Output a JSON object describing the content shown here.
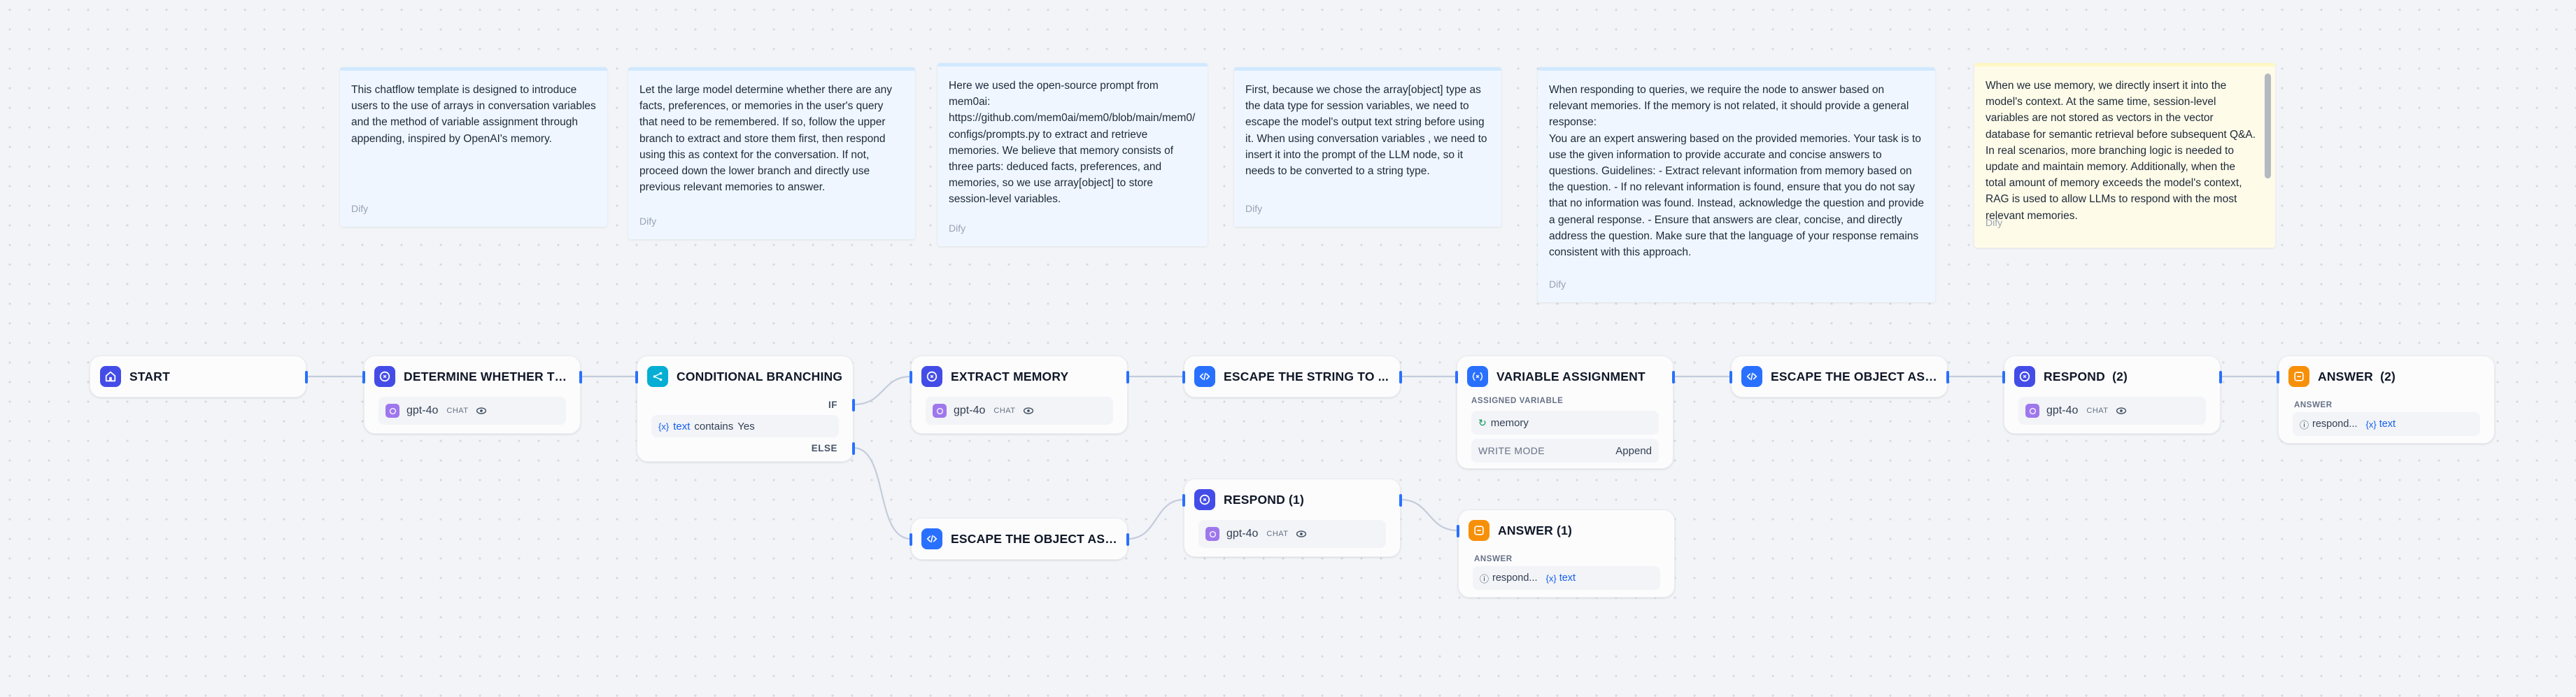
{
  "notes": [
    {
      "text": "This chatflow template is designed to introduce users to the use of arrays in conversation variables and the method of variable assignment through appending, inspired by OpenAI's memory.",
      "author": "Dify"
    },
    {
      "text": "Let the large model determine whether there are any facts, preferences, or memories in the user's query that need to be remembered. If so, follow the upper branch to extract and store them first, then respond using this as context for the conversation. If not, proceed down the lower branch and directly use previous relevant memories to answer.",
      "author": "Dify"
    },
    {
      "text": "Here we used the open-source prompt from mem0ai:\nhttps://github.com/mem0ai/mem0/blob/main/mem0/configs/prompts.py to extract and retrieve memories. We believe that memory consists of three parts: deduced facts, preferences, and memories, so we use array[object] to store session-level variables.",
      "author": "Dify"
    },
    {
      "text": "First, because we chose the array[object] type as the data type for session variables, we need to escape the model's output text string before using it. When using conversation variables , we need to insert it into the prompt of the LLM node, so it needs to be converted to a string type.",
      "author": "Dify"
    },
    {
      "text": "When responding to queries, we require the node to answer based on relevant memories. If the memory is not related, it should provide a general response:\nYou are an expert answering based on the provided memories. Your task is to use the given information to provide accurate and concise answers to questions. Guidelines: - Extract relevant information from memory based on the question. - If no relevant information is found, ensure that you do not say that no information was found. Instead, acknowledge the question and provide a general response. - Ensure that answers are clear, concise, and directly address the question. Make sure that the language of your response remains consistent with this approach.",
      "author": "Dify"
    },
    {
      "text": "When we use memory, we directly insert it into the model's context. At the same time, session-level variables are not stored as vectors in the vector database for semantic retrieval before subsequent Q&A. In real scenarios, more branching logic is needed to update and maintain memory. Additionally, when the total amount of memory exceeds the model's context, RAG is used to allow LLMs to respond with the most relevant memories.",
      "author": "Dify"
    }
  ],
  "nodes": {
    "start": {
      "title": "START",
      "icon": "home-icon"
    },
    "determine": {
      "title": "DETERMINE WHETHER TO...",
      "model": "gpt-4o",
      "tag": "CHAT",
      "icon": "llm-icon"
    },
    "conditional": {
      "title": "CONDITIONAL BRANCHING",
      "if_label": "IF",
      "else_label": "ELSE",
      "cond_var": "text",
      "cond_op": "contains",
      "cond_value": "Yes",
      "icon": "branch-icon"
    },
    "extract": {
      "title": "EXTRACT MEMORY",
      "model": "gpt-4o",
      "tag": "CHAT",
      "icon": "llm-icon"
    },
    "escape_string": {
      "title": "ESCAPE THE STRING TO ...",
      "icon": "code-icon"
    },
    "var_assign": {
      "title": "VARIABLE ASSIGNMENT",
      "assigned_label": "ASSIGNED VARIABLE",
      "assigned_value": "memory",
      "mode_label": "WRITE MODE",
      "mode_value": "Append",
      "icon": "variable-icon"
    },
    "escape_object_top": {
      "title": "ESCAPE THE OBJECT AS ...",
      "icon": "code-icon"
    },
    "respond2": {
      "title": "RESPOND  (2)",
      "model": "gpt-4o",
      "tag": "CHAT",
      "icon": "llm-icon"
    },
    "answer2": {
      "title": "ANSWER  (2)",
      "answer_label": "ANSWER",
      "ref_node": "respond...",
      "ref_var": "text",
      "icon": "answer-icon"
    },
    "escape_object_bottom": {
      "title": "ESCAPE THE OBJECT AS ...",
      "icon": "code-icon"
    },
    "respond1": {
      "title": "RESPOND (1)",
      "model": "gpt-4o",
      "tag": "CHAT",
      "icon": "llm-icon"
    },
    "answer1": {
      "title": "ANSWER (1)",
      "answer_label": "ANSWER",
      "ref_node": "respond...",
      "ref_var": "text",
      "icon": "answer-icon"
    }
  },
  "colors": {
    "edge": "#c4ccdc",
    "handle": "#2970ff",
    "note_blue": "#eff6ff",
    "note_yellow": "#fefbe8"
  }
}
